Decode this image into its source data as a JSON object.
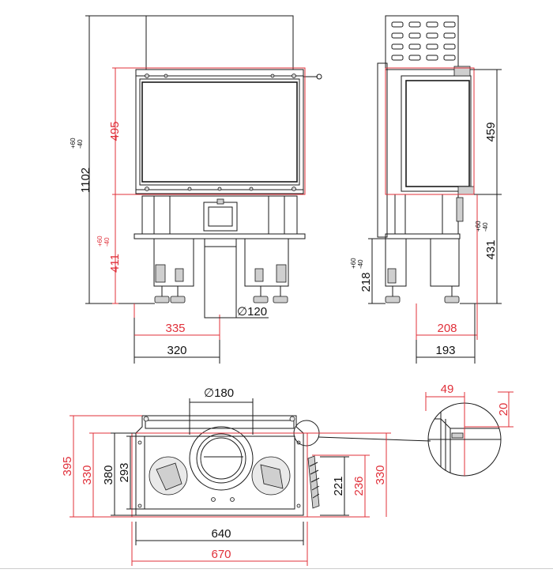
{
  "colors": {
    "line": "#1a1a1a",
    "dimension_red": "#e0303a",
    "background": "#ffffff"
  },
  "front_view": {
    "overall_height": "1102",
    "overall_height_tol_upper": "+60",
    "overall_height_tol_lower": "-40",
    "frame_height": "495",
    "leg_height": "411",
    "leg_height_tol_upper": "+60",
    "leg_height_tol_lower": "-40",
    "outlet_diameter": "∅120",
    "half_width_red": "335",
    "half_width_black": "320"
  },
  "side_view": {
    "glass_height": "459",
    "lower_height": "431",
    "lower_height_tol_upper": "+60",
    "lower_height_tol_lower": "-40",
    "inlet_height": "218",
    "inlet_height_tol_upper": "+60",
    "inlet_height_tol_lower": "-40",
    "depth_red": "208",
    "depth_black": "193"
  },
  "top_view": {
    "flue_diameter": "∅180",
    "depth_outer_red": "395",
    "depth_red": "330",
    "depth_black": "380",
    "depth_inner": "293",
    "side_221": "221",
    "side_236": "236",
    "side_330": "330",
    "width_black": "640",
    "width_red": "670"
  },
  "detail": {
    "offset_49": "49",
    "offset_20": "20"
  }
}
